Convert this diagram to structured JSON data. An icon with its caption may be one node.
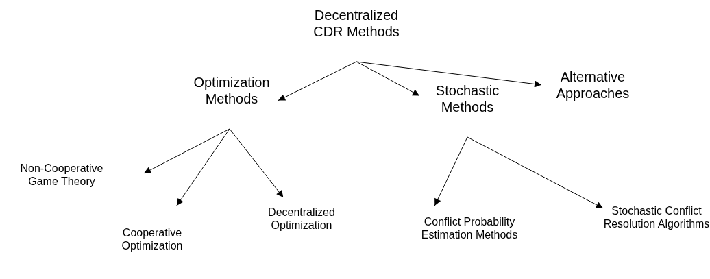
{
  "diagram": {
    "nodes": [
      {
        "text": [
          "Decentralized CDR Methods"
        ]
      },
      {
        "text": [
          "Optimization Methods"
        ]
      },
      {
        "text": [
          "Stochastic Methods"
        ]
      },
      {
        "text": [
          "Alternative Approaches"
        ]
      },
      {
        "text": [
          "Non-Cooperative Game Theory"
        ]
      },
      {
        "text": [
          "Cooperative Optimization"
        ]
      },
      {
        "text": [
          "Decentralized Optimization"
        ]
      },
      {
        "text": [
          "Conflict Probability Estimation Methods"
        ]
      },
      {
        "text": [
          "Stochastic Conflict Resolution Algorithms"
        ]
      }
    ],
    "edges": [
      {
        "from": 0,
        "to": 1,
        "arrow": "to"
      },
      {
        "from": 0,
        "to": 2,
        "arrow": "to"
      },
      {
        "from": 0,
        "to": 3,
        "arrow": "to"
      },
      {
        "from": 1,
        "to": 4,
        "arrow": "to"
      },
      {
        "from": 1,
        "to": 5,
        "arrow": "to"
      },
      {
        "from": 1,
        "to": 6,
        "arrow": "to"
      },
      {
        "from": 2,
        "to": 7,
        "arrow": "to"
      },
      {
        "from": 2,
        "to": 8,
        "arrow": "to"
      }
    ]
  }
}
